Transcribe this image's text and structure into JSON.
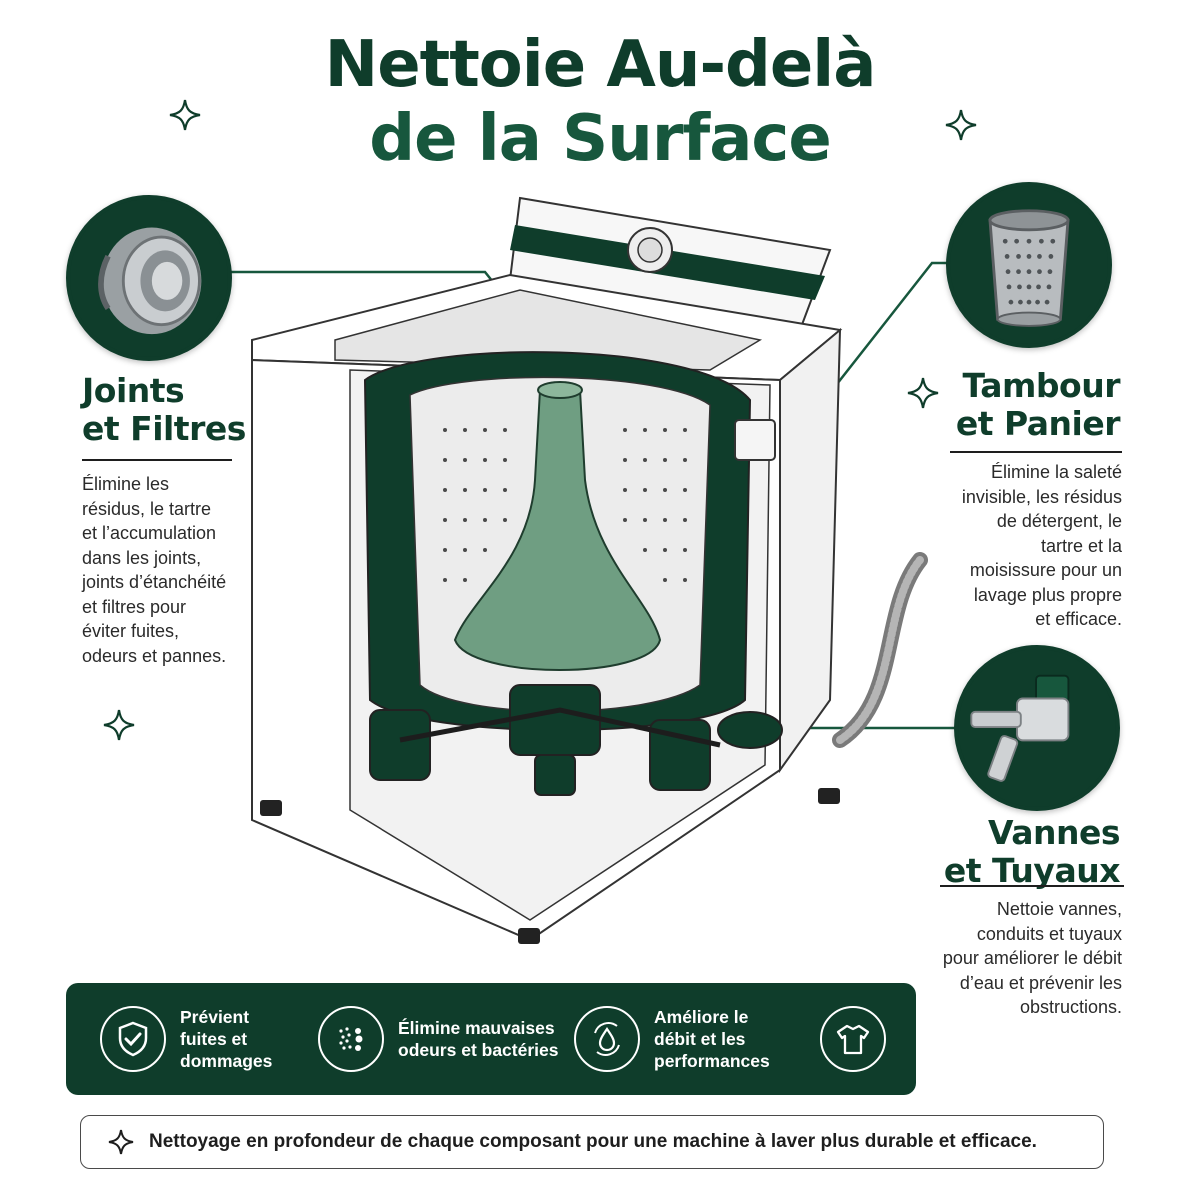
{
  "title": {
    "line1": "Nettoie Au-delà",
    "line2": "de la Surface"
  },
  "colors": {
    "primary_dark_green": "#0f3d2b",
    "accent_green": "#17573d",
    "mint_green": "#6f9e82",
    "text_dark": "#1e1e1e",
    "white": "#ffffff"
  },
  "features": {
    "joints": {
      "title_line1": "Joints",
      "title_line2": "et Filtres",
      "description": [
        "Élimine les",
        "résidus, le tartre",
        "et l’accumulation",
        "dans les joints,",
        "joints d’étanchéité",
        "et filtres pour",
        "éviter fuites,",
        "odeurs et pannes."
      ],
      "icon": "filter-joint-icon"
    },
    "tambour": {
      "title_line1": "Tambour",
      "title_line2": "et Panier",
      "description": [
        "Élimine la saleté",
        "invisible, les résidus",
        "de détergent, le",
        "tartre et la",
        "moisissure pour un",
        "lavage plus propre",
        "et efficace."
      ],
      "icon": "drum-basket-icon"
    },
    "vannes": {
      "title_line1": "Vannes",
      "title_line2": "et Tuyaux",
      "description": [
        "Nettoie vannes,",
        "conduits et tuyaux",
        "pour améliorer le débit",
        "d’eau et prévenir les",
        "obstructions."
      ],
      "icon": "valve-pipe-icon"
    }
  },
  "benefits": [
    {
      "icon": "shield-check-icon",
      "lines": [
        "Prévient",
        "fuites et",
        "dommages"
      ]
    },
    {
      "icon": "bacteria-dots-icon",
      "lines": [
        "Élimine mauvaises",
        "odeurs et bactéries"
      ]
    },
    {
      "icon": "water-drop-cycle-icon",
      "lines": [
        "Améliore le",
        "débit et les",
        "performances"
      ]
    },
    {
      "icon": "t-shirt-icon",
      "lines": []
    }
  ],
  "footer": {
    "text": "Nettoyage en profondeur de chaque composant pour une machine à laver plus durable et efficace.",
    "icon": "sparkle-icon"
  }
}
